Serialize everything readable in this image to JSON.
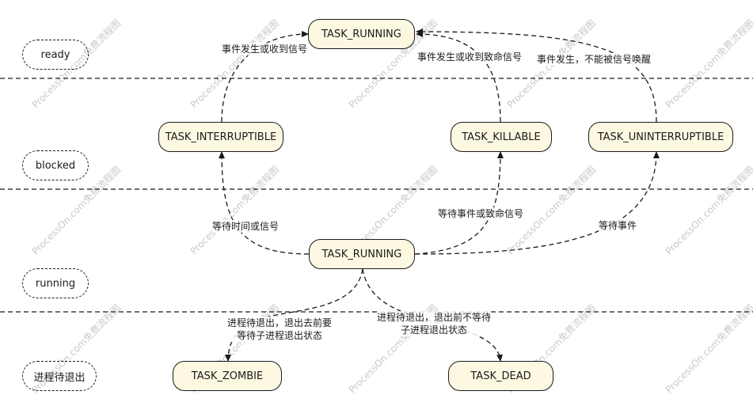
{
  "lanes": {
    "ready": "ready",
    "blocked": "blocked",
    "running": "running",
    "exiting": "进程待退出"
  },
  "states": {
    "running_top": "TASK_RUNNING",
    "interruptible": "TASK_INTERRUPTIBLE",
    "killable": "TASK_KILLABLE",
    "uninterruptible": "TASK_UNINTERRUPTIBLE",
    "running_mid": "TASK_RUNNING",
    "zombie": "TASK_ZOMBIE",
    "dead": "TASK_DEAD"
  },
  "edges": {
    "wake_interruptible": "事件发生或收到信号",
    "wake_killable": "事件发生或收到致命信号",
    "wake_uninterruptible": "事件发生，不能被信号唤醒",
    "to_interruptible": "等待时间或信号",
    "to_killable": "等待事件或致命信号",
    "to_uninterruptible": "等待事件",
    "to_zombie": "进程待退出，退出去前要\n等待子进程退出状态",
    "to_dead": "进程待退出，退出前不等待\n子进程退出状态"
  },
  "watermark": "ProcessOn.com免费流程图",
  "colors": {
    "node_fill": "#fdf8e2",
    "stroke": "#1a1a1a",
    "watermark": "#c9c9c9"
  }
}
